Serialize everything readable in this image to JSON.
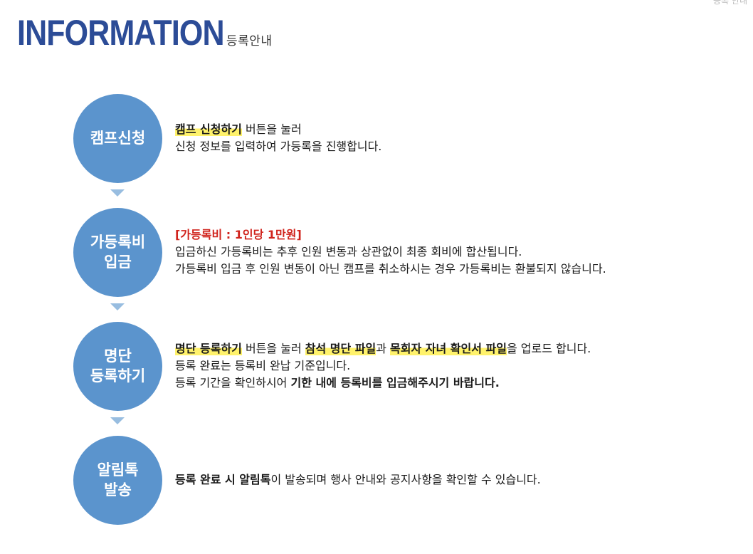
{
  "header": {
    "title": "INFORMATION",
    "subtitle": "등록안내",
    "corner_text": "등록 안내"
  },
  "colors": {
    "title": "#2c4c97",
    "circle": "#5b94cd",
    "arrow": "#98bde0",
    "highlight": "#fff26b",
    "fee_red": "#d0231c"
  },
  "steps": [
    {
      "circle": "캠프신청",
      "lines": [
        {
          "hl1": "캠프 신청하기",
          "t1": " 버튼을 눌러"
        },
        {
          "t1": "신청 정보를 입력하여 가등록을 진행합니다."
        }
      ]
    },
    {
      "circle": "가등록비\n입금",
      "lines": [
        {
          "fee": "[가등록비 : 1인당 1만원]"
        },
        {
          "t1": "입금하신 가등록비는 추후 인원 변동과 상관없이 최종 회비에 합산됩니다."
        },
        {
          "t1": "가등록비 입금 후 인원 변동이 아닌 캠프를 취소하시는 경우 가등록비는 환불되지 않습니다."
        }
      ]
    },
    {
      "circle": "명단\n등록하기",
      "lines": [
        {
          "hl1": "명단 등록하기",
          "t1": " 버튼을 눌러 ",
          "hl2": "참석 명단 파일",
          "t2": "과 ",
          "hl3": "목회자 자녀 확인서 파일",
          "t3": "을 업로드 합니다."
        },
        {
          "t1": "등록 완료는 등록비 완납 기준입니다."
        },
        {
          "t1": "등록 기간을 확인하시어 ",
          "b1": "기한 내에 등록비를 입금해주시기 바랍니다."
        }
      ]
    },
    {
      "circle": "알림톡\n발송",
      "lines": [
        {
          "b1": "등록 완료 시 알림톡",
          "t1": "이 발송되며 행사 안내와 공지사항을 확인할 수 있습니다."
        }
      ]
    }
  ]
}
